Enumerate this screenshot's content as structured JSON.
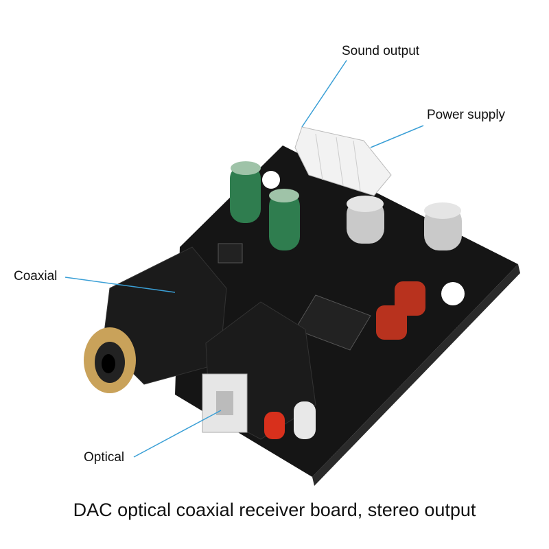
{
  "labels": {
    "sound_output": "Sound output",
    "power_supply": "Power supply",
    "coaxial": "Coaxial",
    "optical": "Optical"
  },
  "caption": "DAC optical coaxial receiver board, stereo output",
  "colors": {
    "leader_line": "#3a9fd6",
    "pcb": "#151515",
    "capacitor_green": "#2f7d4f",
    "capacitor_silver": "#c9c9c9",
    "film_capacitor": "#b8321e",
    "rca_gold": "#c9a25a",
    "led_red": "#d8301c"
  }
}
